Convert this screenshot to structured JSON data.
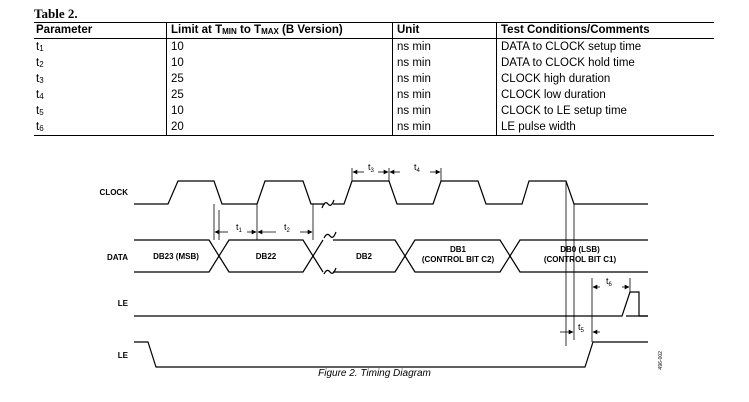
{
  "table": {
    "title": "Table 2.",
    "headers": {
      "parameter": "Parameter",
      "limit_prefix": "Limit at T",
      "limit_min_sub": "MIN",
      "limit_to": " to T",
      "limit_max_sub": "MAX",
      "limit_suffix": " (B Version)",
      "unit": "Unit",
      "conditions": "Test Conditions/Comments"
    },
    "rows": [
      {
        "param": "t",
        "sub": "1",
        "limit": "10",
        "unit": "ns min",
        "comment": "DATA to CLOCK setup time"
      },
      {
        "param": "t",
        "sub": "2",
        "limit": "10",
        "unit": "ns min",
        "comment": "DATA to CLOCK hold time"
      },
      {
        "param": "t",
        "sub": "3",
        "limit": "25",
        "unit": "ns min",
        "comment": "CLOCK high duration"
      },
      {
        "param": "t",
        "sub": "4",
        "limit": "25",
        "unit": "ns min",
        "comment": "CLOCK low duration"
      },
      {
        "param": "t",
        "sub": "5",
        "limit": "10",
        "unit": "ns min",
        "comment": "CLOCK to LE setup time"
      },
      {
        "param": "t",
        "sub": "6",
        "limit": "20",
        "unit": "ns min",
        "comment": "LE pulse width"
      }
    ]
  },
  "diagram": {
    "signals": {
      "clock": "CLOCK",
      "data": "DATA",
      "le1": "LE",
      "le2": "LE"
    },
    "data_cells": {
      "db23": "DB23 (MSB)",
      "db22": "DB22",
      "db2": "DB2",
      "db1_l1": "DB1",
      "db1_l2": "(CONTROL BIT C2)",
      "db0_l1": "DB0 (LSB)",
      "db0_l2": "(CONTROL BIT C1)"
    },
    "timing_labels": {
      "t1": "t",
      "t1_sub": "1",
      "t2": "t",
      "t2_sub": "2",
      "t3": "t",
      "t3_sub": "3",
      "t4": "t",
      "t4_sub": "4",
      "t5": "t",
      "t5_sub": "5",
      "t6": "t",
      "t6_sub": "6"
    },
    "doc_code": "03496-002"
  },
  "caption": "Figure 2. Timing Diagram"
}
